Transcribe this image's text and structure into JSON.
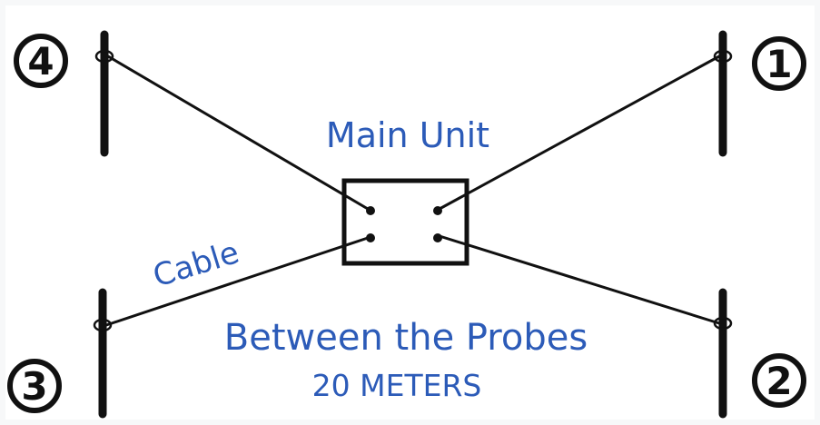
{
  "labels": {
    "main_unit": "Main Unit",
    "cable": "Cable",
    "between": "Between the Probes",
    "distance": "20 METERS"
  },
  "probes": {
    "p1": "1",
    "p2": "2",
    "p3": "3",
    "p4": "4"
  },
  "colors": {
    "label": "#2c5bb8",
    "line": "#111111"
  }
}
